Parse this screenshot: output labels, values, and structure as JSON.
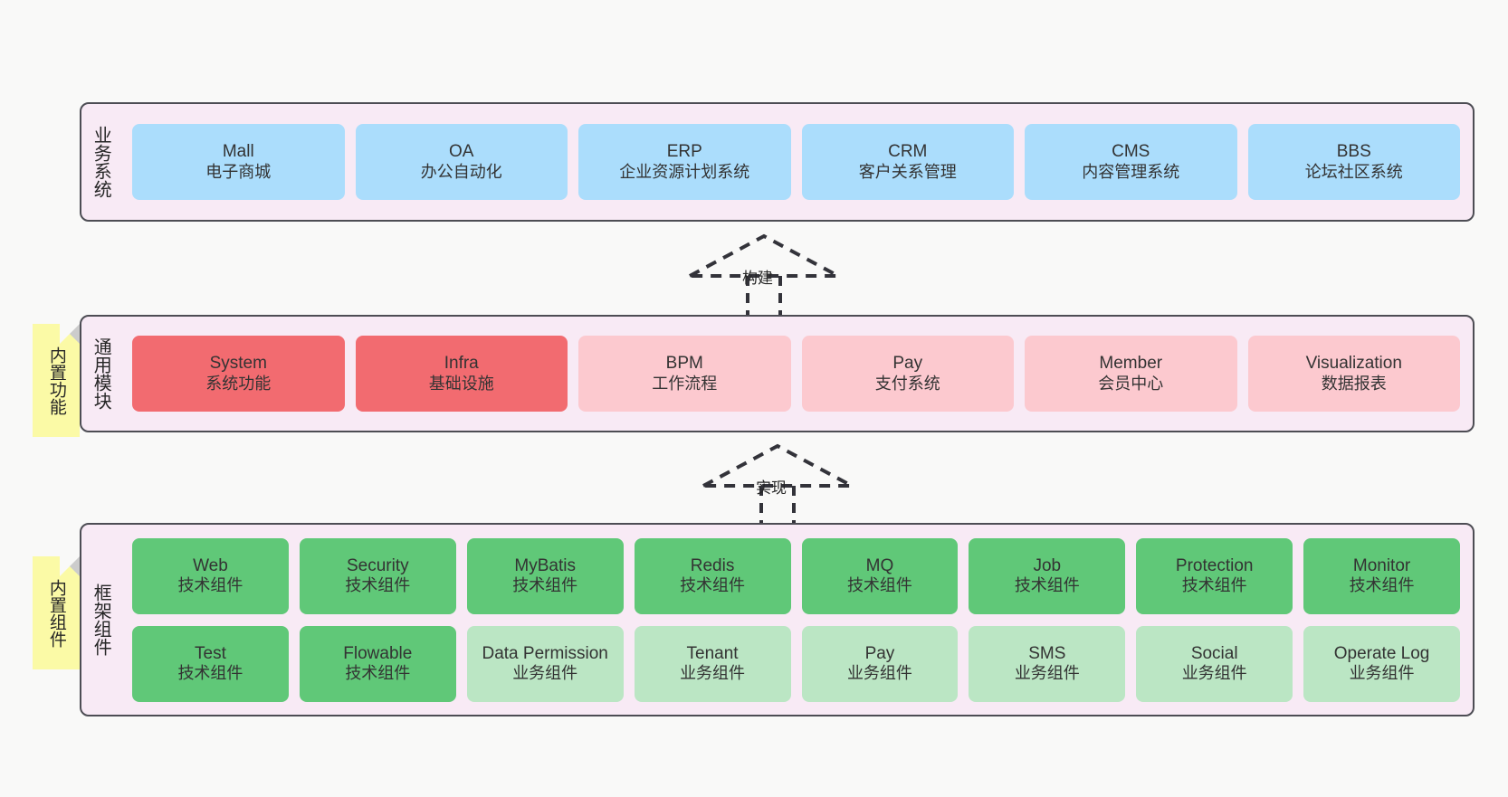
{
  "diagram": {
    "background": "#f9f9f8",
    "layer_bg": "#f8eaf5",
    "layer_border": "#4d4d54",
    "sticky_bg": "#fbfaa6",
    "colors": {
      "business": "#abddfc",
      "module_strong": "#f26b70",
      "module_light": "#fcc9cf",
      "tech_strong": "#60c878",
      "tech_light": "#bbe6c4"
    }
  },
  "layers": {
    "business": {
      "title": "业务系统",
      "cards": [
        {
          "name": "Mall",
          "sub": "电子商城",
          "color": "#abddfc"
        },
        {
          "name": "OA",
          "sub": "办公自动化",
          "color": "#abddfc"
        },
        {
          "name": "ERP",
          "sub": "企业资源计划系统",
          "color": "#abddfc"
        },
        {
          "name": "CRM",
          "sub": "客户关系管理",
          "color": "#abddfc"
        },
        {
          "name": "CMS",
          "sub": "内容管理系统",
          "color": "#abddfc"
        },
        {
          "name": "BBS",
          "sub": "论坛社区系统",
          "color": "#abddfc"
        }
      ]
    },
    "modules": {
      "title": "通用模块",
      "sticky": "内置功能",
      "cards": [
        {
          "name": "System",
          "sub": "系统功能",
          "color": "#f26b70"
        },
        {
          "name": "Infra",
          "sub": "基础设施",
          "color": "#f26b70"
        },
        {
          "name": "BPM",
          "sub": "工作流程",
          "color": "#fcc9cf"
        },
        {
          "name": "Pay",
          "sub": "支付系统",
          "color": "#fcc9cf"
        },
        {
          "name": "Member",
          "sub": "会员中心",
          "color": "#fcc9cf"
        },
        {
          "name": "Visualization",
          "sub": "数据报表",
          "color": "#fcc9cf"
        }
      ]
    },
    "framework": {
      "title": "框架组件",
      "sticky": "内置组件",
      "row1": [
        {
          "name": "Web",
          "sub": "技术组件",
          "color": "#60c878"
        },
        {
          "name": "Security",
          "sub": "技术组件",
          "color": "#60c878"
        },
        {
          "name": "MyBatis",
          "sub": "技术组件",
          "color": "#60c878"
        },
        {
          "name": "Redis",
          "sub": "技术组件",
          "color": "#60c878"
        },
        {
          "name": "MQ",
          "sub": "技术组件",
          "color": "#60c878"
        },
        {
          "name": "Job",
          "sub": "技术组件",
          "color": "#60c878"
        },
        {
          "name": "Protection",
          "sub": "技术组件",
          "color": "#60c878"
        },
        {
          "name": "Monitor",
          "sub": "技术组件",
          "color": "#60c878"
        }
      ],
      "row2": [
        {
          "name": "Test",
          "sub": "技术组件",
          "color": "#60c878"
        },
        {
          "name": "Flowable",
          "sub": "技术组件",
          "color": "#60c878"
        },
        {
          "name": "Data Permission",
          "sub": "业务组件",
          "color": "#bbe6c4"
        },
        {
          "name": "Tenant",
          "sub": "业务组件",
          "color": "#bbe6c4"
        },
        {
          "name": "Pay",
          "sub": "业务组件",
          "color": "#bbe6c4"
        },
        {
          "name": "SMS",
          "sub": "业务组件",
          "color": "#bbe6c4"
        },
        {
          "name": "Social",
          "sub": "业务组件",
          "color": "#bbe6c4"
        },
        {
          "name": "Operate Log",
          "sub": "业务组件",
          "color": "#bbe6c4"
        }
      ]
    }
  },
  "connectors": [
    {
      "label": "构建",
      "from": "通用模块",
      "to": "业务系统"
    },
    {
      "label": "实现",
      "from": "框架组件",
      "to": "通用模块"
    }
  ]
}
